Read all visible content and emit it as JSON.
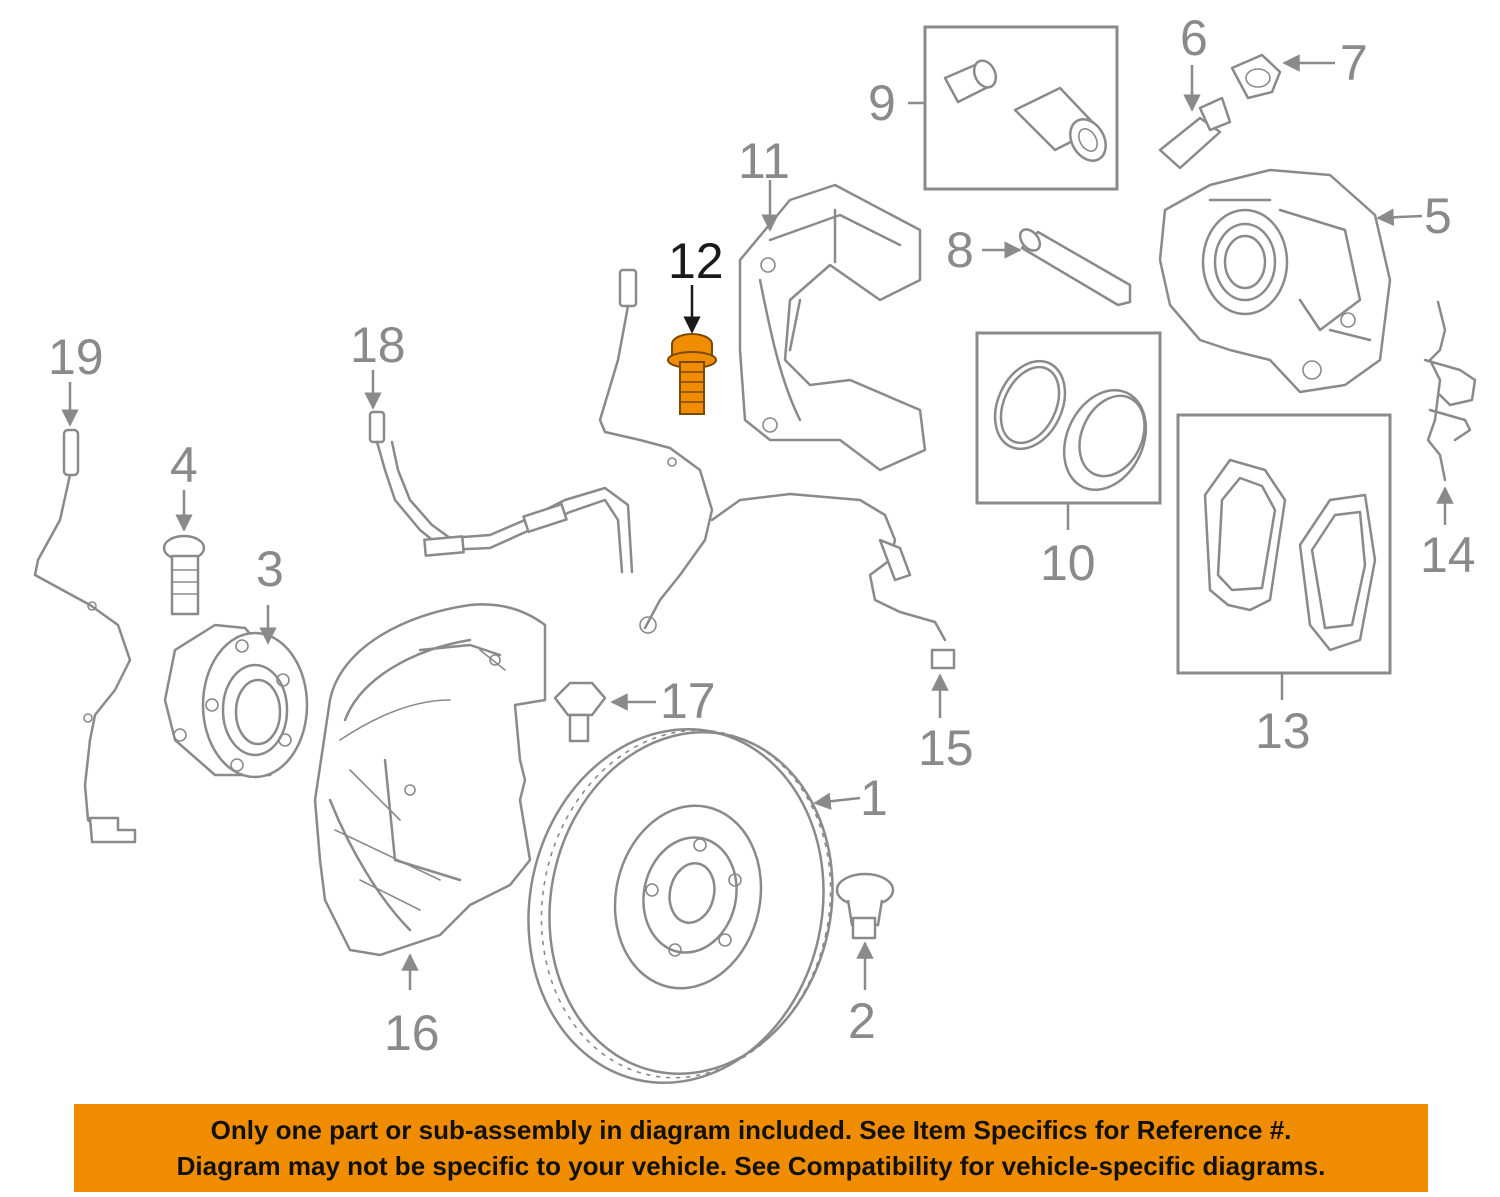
{
  "highlight_color": "#f08c00",
  "highlighted_part": "12",
  "callouts": [
    {
      "id": "1",
      "label": "1"
    },
    {
      "id": "2",
      "label": "2"
    },
    {
      "id": "3",
      "label": "3"
    },
    {
      "id": "4",
      "label": "4"
    },
    {
      "id": "5",
      "label": "5"
    },
    {
      "id": "6",
      "label": "6"
    },
    {
      "id": "7",
      "label": "7"
    },
    {
      "id": "8",
      "label": "8"
    },
    {
      "id": "9",
      "label": "9"
    },
    {
      "id": "10",
      "label": "10"
    },
    {
      "id": "11",
      "label": "11"
    },
    {
      "id": "12",
      "label": "12"
    },
    {
      "id": "13",
      "label": "13"
    },
    {
      "id": "14",
      "label": "14"
    },
    {
      "id": "15",
      "label": "15"
    },
    {
      "id": "16",
      "label": "16"
    },
    {
      "id": "17",
      "label": "17"
    },
    {
      "id": "18",
      "label": "18"
    },
    {
      "id": "19",
      "label": "19"
    }
  ],
  "banner": {
    "line1": "Only one part or sub-assembly in diagram included. See Item Specifics for Reference #.",
    "line2": "Diagram may not be specific to your vehicle. See Compatibility for vehicle-specific diagrams."
  }
}
